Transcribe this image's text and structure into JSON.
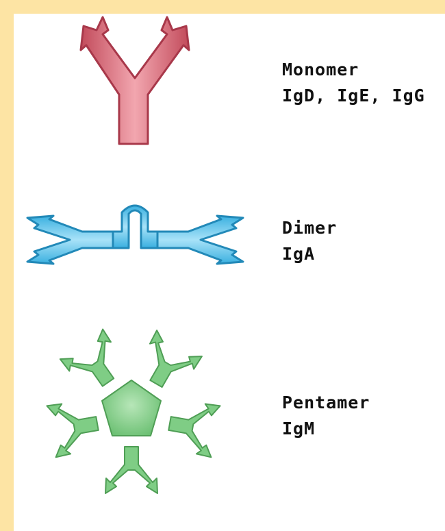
{
  "monomer": {
    "name": "Monomer",
    "types": "IgD, IgE, IgG",
    "color": "#d46a78"
  },
  "dimer": {
    "name": "Dimer",
    "types": "IgA",
    "color": "#5cc4ec"
  },
  "pentamer": {
    "name": "Pentamer",
    "types": "IgM",
    "color": "#7fcd85"
  },
  "frame_color": "#fde4a4"
}
